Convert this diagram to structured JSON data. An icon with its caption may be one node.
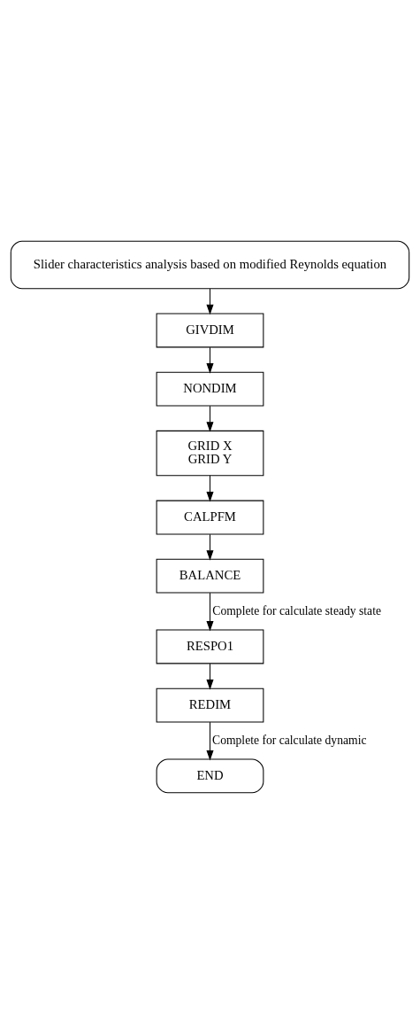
{
  "diagram": {
    "nodes": [
      {
        "text": [
          "Slider characteristics analysis based on modified Reynolds equation"
        ]
      },
      {
        "text": [
          "GIVDIM"
        ]
      },
      {
        "text": [
          "NONDIM"
        ]
      },
      {
        "text": [
          "GRID X",
          "GRID Y"
        ]
      },
      {
        "text": [
          "CALPFM"
        ]
      },
      {
        "text": [
          "BALANCE"
        ]
      },
      {
        "text": [
          "RESPO1"
        ]
      },
      {
        "text": [
          "REDIM"
        ]
      },
      {
        "text": [
          "END"
        ]
      }
    ],
    "edges": [
      {
        "from": 0,
        "to": 1,
        "arrow": "to"
      },
      {
        "from": 1,
        "to": 2,
        "arrow": "to"
      },
      {
        "from": 2,
        "to": 3,
        "arrow": "to"
      },
      {
        "from": 3,
        "to": 4,
        "arrow": "to"
      },
      {
        "from": 4,
        "to": 5,
        "arrow": "to"
      },
      {
        "from": 5,
        "to": 6,
        "arrow": "to",
        "label": "Complete for calculate steady state"
      },
      {
        "from": 6,
        "to": 7,
        "arrow": "to"
      },
      {
        "from": 7,
        "to": 8,
        "arrow": "to",
        "label": "Complete for calculate dynamic"
      }
    ]
  }
}
